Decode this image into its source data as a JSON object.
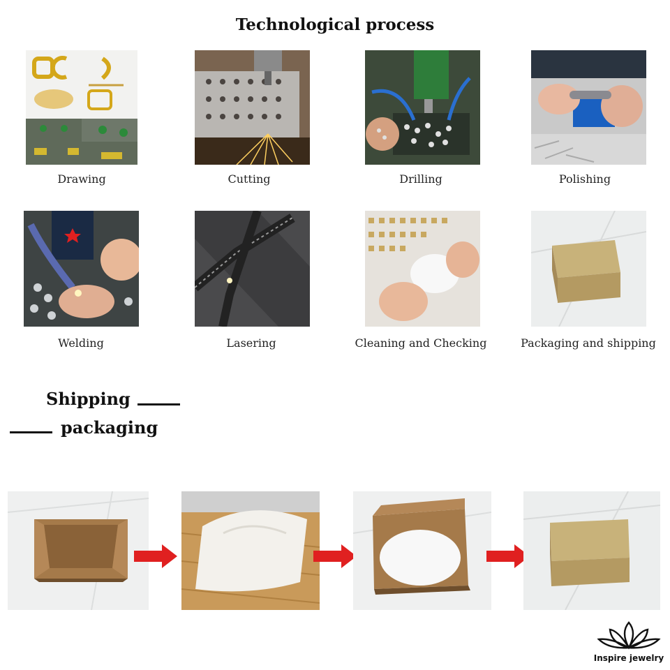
{
  "header": {
    "title": "Technological process"
  },
  "process": {
    "steps": [
      {
        "label": "Drawing"
      },
      {
        "label": "Cutting"
      },
      {
        "label": "Drilling"
      },
      {
        "label": "Polishing"
      },
      {
        "label": "Welding"
      },
      {
        "label": "Lasering"
      },
      {
        "label": "Cleaning and Checking"
      },
      {
        "label": "Packaging and shipping"
      }
    ]
  },
  "shipping": {
    "title_line1": "Shipping",
    "title_line2": "packaging"
  },
  "logo": {
    "text": "Inspire jewelry"
  },
  "colors": {
    "arrow": "#e02020",
    "kraft": "#a57a4a",
    "brass": "#b49a62"
  }
}
